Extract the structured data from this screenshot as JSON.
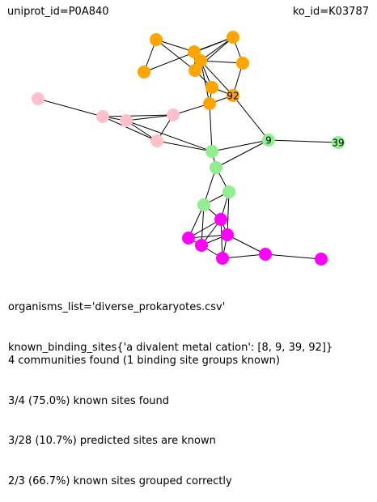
{
  "header": {
    "uniprot": "uniprot_id=P0A840",
    "ko": "ko_id=K03787"
  },
  "colors": {
    "orange": "#ffa500",
    "pink": "#ffc0cb",
    "green": "#90ee90",
    "magenta": "#ff00ff",
    "edge": "#000000"
  },
  "graph": {
    "nodes": [
      {
        "id": "o1",
        "group": "orange",
        "label": ""
      },
      {
        "id": "o2",
        "group": "orange",
        "label": ""
      },
      {
        "id": "o3",
        "group": "orange",
        "label": ""
      },
      {
        "id": "o4",
        "group": "orange",
        "label": ""
      },
      {
        "id": "o5",
        "group": "orange",
        "label": ""
      },
      {
        "id": "o6",
        "group": "orange",
        "label": ""
      },
      {
        "id": "o7",
        "group": "orange",
        "label": ""
      },
      {
        "id": "o8",
        "group": "orange",
        "label": ""
      },
      {
        "id": "o9",
        "group": "orange",
        "label": ""
      },
      {
        "id": "o10",
        "group": "orange",
        "label": "92"
      },
      {
        "id": "p1",
        "group": "pink",
        "label": ""
      },
      {
        "id": "p2",
        "group": "pink",
        "label": ""
      },
      {
        "id": "p3",
        "group": "pink",
        "label": ""
      },
      {
        "id": "p4",
        "group": "pink",
        "label": ""
      },
      {
        "id": "p5",
        "group": "pink",
        "label": ""
      },
      {
        "id": "g1",
        "group": "green",
        "label": "9"
      },
      {
        "id": "g2",
        "group": "green",
        "label": "39"
      },
      {
        "id": "g3",
        "group": "green",
        "label": ""
      },
      {
        "id": "g4",
        "group": "green",
        "label": ""
      },
      {
        "id": "g5",
        "group": "green",
        "label": ""
      },
      {
        "id": "g6",
        "group": "green",
        "label": ""
      },
      {
        "id": "m1",
        "group": "magenta",
        "label": ""
      },
      {
        "id": "m2",
        "group": "magenta",
        "label": ""
      },
      {
        "id": "m3",
        "group": "magenta",
        "label": ""
      },
      {
        "id": "m4",
        "group": "magenta",
        "label": ""
      },
      {
        "id": "m5",
        "group": "magenta",
        "label": ""
      },
      {
        "id": "m6",
        "group": "magenta",
        "label": ""
      },
      {
        "id": "m7",
        "group": "magenta",
        "label": ""
      }
    ],
    "edges": [
      [
        "o1",
        "o2"
      ],
      [
        "o1",
        "o3"
      ],
      [
        "o1",
        "o5"
      ],
      [
        "o2",
        "o4"
      ],
      [
        "o3",
        "o4"
      ],
      [
        "o3",
        "o5"
      ],
      [
        "o3",
        "o6"
      ],
      [
        "o4",
        "o5"
      ],
      [
        "o4",
        "o6"
      ],
      [
        "o4",
        "o7"
      ],
      [
        "o5",
        "o6"
      ],
      [
        "o5",
        "o8"
      ],
      [
        "o6",
        "o7"
      ],
      [
        "o6",
        "o8"
      ],
      [
        "o6",
        "o9"
      ],
      [
        "o6",
        "o10"
      ],
      [
        "o7",
        "o10"
      ],
      [
        "o8",
        "o9"
      ],
      [
        "o8",
        "o10"
      ],
      [
        "o9",
        "o10"
      ],
      [
        "o9",
        "g3"
      ],
      [
        "o9",
        "p4"
      ],
      [
        "o10",
        "g1"
      ],
      [
        "p1",
        "p2"
      ],
      [
        "p2",
        "p3"
      ],
      [
        "p2",
        "p4"
      ],
      [
        "p2",
        "p5"
      ],
      [
        "p3",
        "p4"
      ],
      [
        "p3",
        "p5"
      ],
      [
        "p4",
        "p5"
      ],
      [
        "p5",
        "g3"
      ],
      [
        "p3",
        "g3"
      ],
      [
        "g3",
        "g1"
      ],
      [
        "g3",
        "g4"
      ],
      [
        "g1",
        "g2"
      ],
      [
        "g1",
        "g4"
      ],
      [
        "g4",
        "g5"
      ],
      [
        "g4",
        "g6"
      ],
      [
        "g5",
        "g6"
      ],
      [
        "g5",
        "m1"
      ],
      [
        "g5",
        "m2"
      ],
      [
        "g5",
        "m3"
      ],
      [
        "g6",
        "m1"
      ],
      [
        "g6",
        "m4"
      ],
      [
        "m1",
        "m2"
      ],
      [
        "m1",
        "m3"
      ],
      [
        "m1",
        "m4"
      ],
      [
        "m1",
        "m5"
      ],
      [
        "m2",
        "m3"
      ],
      [
        "m2",
        "m4"
      ],
      [
        "m3",
        "m4"
      ],
      [
        "m3",
        "m5"
      ],
      [
        "m4",
        "m5"
      ],
      [
        "m4",
        "m6"
      ],
      [
        "m5",
        "m6"
      ],
      [
        "m6",
        "m7"
      ]
    ]
  },
  "info": {
    "organisms": "organisms_list='diverse_prokaryotes.csv'",
    "binding_sites": "known_binding_sites{'a divalent metal cation': [8, 9, 39, 92]}",
    "summary": [
      "4 communities found (1 binding site groups known)",
      "3/4 (75.0%) known sites found",
      "3/28 (10.7%) predicted sites are known",
      "2/3 (66.7%) known sites grouped correctly"
    ]
  }
}
